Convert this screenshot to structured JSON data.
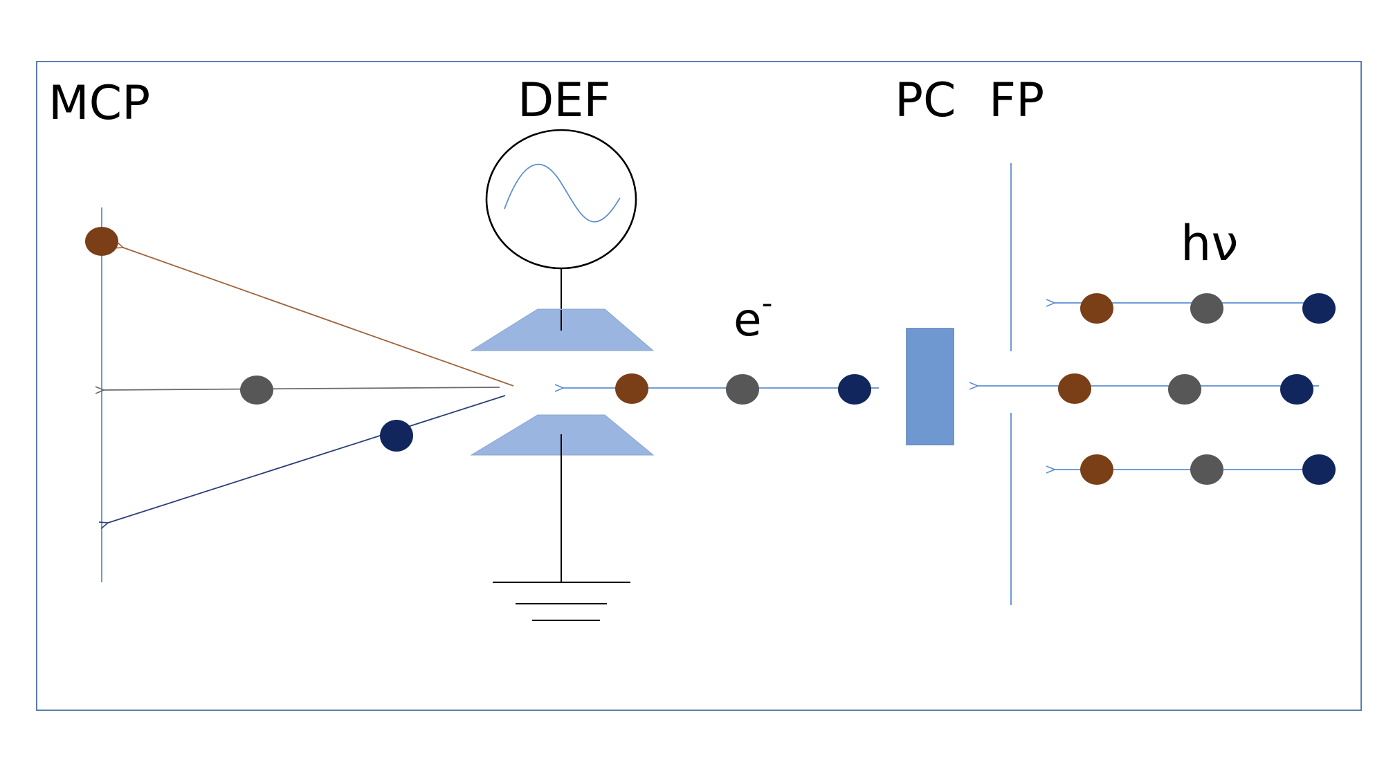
{
  "labels": {
    "mcp": "MCP",
    "def": "DEF",
    "pc": "PC",
    "fp": "FP",
    "photon": "hν",
    "electron": "e",
    "electron_charge": "-"
  },
  "colors": {
    "frame": "#4a6fa5",
    "line_blue": "#5b8fd0",
    "plate_fill": "#9ab5df",
    "plate_edge": "#8aa6d6",
    "crystal_fill": "#7098d0",
    "crystal_edge": "#5a84c0",
    "brown": "#7a3f17",
    "gray": "#575757",
    "navy": "#12265e",
    "arrow_brown": "#a0623a",
    "arrow_gray": "#6a6a6a",
    "arrow_navy": "#2b3f78"
  },
  "icons": {
    "signal_source": "ac-sine-generator-icon",
    "ground": "ground-symbol-icon"
  }
}
